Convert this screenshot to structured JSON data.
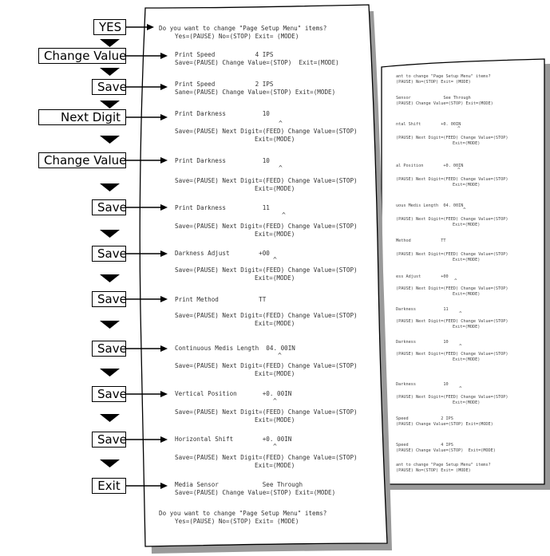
{
  "buttons": {
    "yes": "YES",
    "change_value_1": "Change Value",
    "save_1": "Save",
    "next_digit": "Next Digit",
    "change_value_2": "Change Value",
    "save_2": "Save",
    "save_3": "Save",
    "save_4": "Save",
    "save_5": "Save",
    "save_6": "Save",
    "save_7": "Save",
    "exit": "Exit"
  },
  "front": {
    "q_top_1": "Do you want to change \"Page Setup Menu\" items?",
    "q_top_2": "Yes=(PAUSE) No=(STOP) Exit= (MODE)",
    "ps1_1": "Print Speed           4 IPS",
    "ps1_2": "Save=(PAUSE) Change Value=(STOP)  Exit=(MODE)",
    "ps2_1": "Print Speed           2 IPS",
    "ps2_2": "Sane=(PAUSE) Change Value=(STOP) Exit=(MODE)",
    "pd1_1": "Print Darkness          10",
    "pd_2": "Save=(PAUSE) Next Digit=(FEED) Change Value=(STOP)",
    "pd_3": "Exit=(MODE)",
    "pd2_1": "Print Darkness          10",
    "pd3_1": "Print Darkness          11",
    "da_1": "Darkness Adjust        +00",
    "pm_1": "Print Method           TT",
    "cm_1": "Continuous Medis Length  04. 00IN",
    "vp_1": "Vertical Position       +0. 00IN",
    "hs_1": "Horizontal Shift        +0. 00IN",
    "ms_1": "Media Sensor            See Through",
    "ms_2": "Save=(PAUSE) Change Value=(STOP) Exit=(MODE)",
    "q_bot_1": "Do you want to change \"Page Setup Menu\" items?",
    "q_bot_2": "Yes=(PAUSE) No=(STOP) Exit= (MODE)",
    "caret": "^"
  },
  "back": {
    "l01": "ant to change \"Page Setup Menu\" items?",
    "l02": "(PAUSE) No=(STOP) Exit= (MODE)",
    "l03": "Sensor             See Through",
    "l04": "(PAUSE) Change Value=(STOP) Exit=(MODE)",
    "l05": "ntal Shift        +0. 00IN",
    "l06": "(PAUSE) Next Digit=(FEED) Change Value=(STOP)",
    "l07": "Exit=(MODE)",
    "l08": "al Position        +0. 00IN",
    "l09": "uous Medis Length  04. 00IN",
    "l10": "Method            TT",
    "l11": "ess Adjust        +00",
    "l12": "Darkness           11",
    "l13": "Darkness           10",
    "l14": "Darkness           10",
    "l15": "Speed             2 IPS",
    "l16": "(PAUSE) Change Value=(STOP) Exit=(MODE)",
    "l17": "Speed             4 IPS",
    "l18": "(PAUSE) Change Value=(STOP)  Exit=(MODE)",
    "l19": "ant to change \"Page Setup Menu\" items?",
    "l20": "(PAUSE) No=(STOP) Exit= (MODE)"
  }
}
